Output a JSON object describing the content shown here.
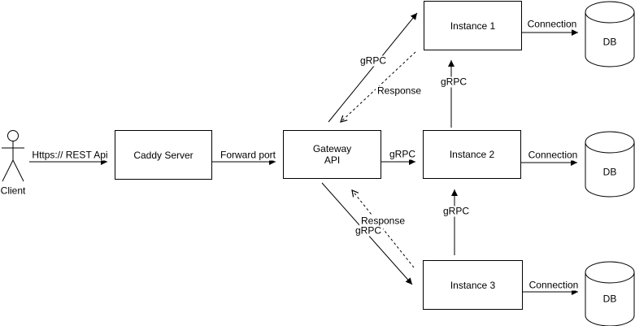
{
  "diagram": {
    "colors": {
      "background": "#ffffff",
      "stroke": "#000000",
      "fill": "#ffffff"
    },
    "icons": {
      "client": "actor-stick-figure-icon",
      "database": "cylinder-database-icon"
    },
    "nodes": {
      "client": {
        "label": "Client"
      },
      "caddy": {
        "label": "Caddy Server"
      },
      "gateway": {
        "label_line1": "Gateway",
        "label_line2": "API"
      },
      "instance1": {
        "label": "Instance 1"
      },
      "instance2": {
        "label": "Instance 2"
      },
      "instance3": {
        "label": "Instance 3"
      },
      "db1": {
        "label": "DB"
      },
      "db2": {
        "label": "DB"
      },
      "db3": {
        "label": "DB"
      }
    },
    "edges": {
      "client_caddy": {
        "label": "Https:// REST Api"
      },
      "caddy_gateway": {
        "label": "Forward port"
      },
      "gateway_instance2": {
        "label": "gRPC"
      },
      "gateway_instance1": {
        "label": "gRPC"
      },
      "instance1_response": {
        "label": "Response"
      },
      "gateway_instance3": {
        "label": "gRPC"
      },
      "instance3_response": {
        "label": "Response"
      },
      "instance2_instance1": {
        "label": "gRPC"
      },
      "instance3_instance2": {
        "label": "gRPC"
      },
      "instance1_db1": {
        "label": "Connection"
      },
      "instance2_db2": {
        "label": "Connection"
      },
      "instance3_db3": {
        "label": "Connection"
      }
    }
  }
}
